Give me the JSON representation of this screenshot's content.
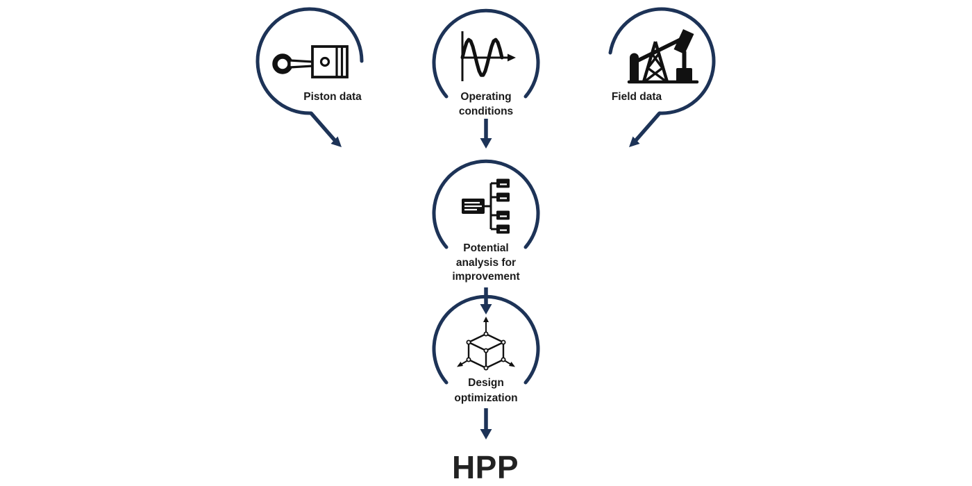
{
  "diagram_type": "process-flow",
  "colors": {
    "accent_navy": "#1d3357",
    "icon_black": "#111111",
    "label_text": "#1a1a1a",
    "output_text": "#222222",
    "background": "#ffffff"
  },
  "nodes": [
    {
      "id": "piston-data",
      "icon": "piston-icon",
      "label_lines": [
        "Piston data"
      ]
    },
    {
      "id": "operating-conditions",
      "icon": "sine-wave-icon",
      "label_lines": [
        "Operating",
        "conditions"
      ]
    },
    {
      "id": "field-data",
      "icon": "oil-pump-jack-icon",
      "label_lines": [
        "Field data"
      ]
    },
    {
      "id": "potential-analysis",
      "icon": "hierarchy-tree-icon",
      "label_lines": [
        "Potential",
        "analysis for",
        "improvement"
      ]
    },
    {
      "id": "design-optimization",
      "icon": "cube-axes-icon",
      "label_lines": [
        "Design",
        "optimization"
      ]
    }
  ],
  "edges": [
    {
      "from": "piston-data",
      "to": "potential-analysis"
    },
    {
      "from": "operating-conditions",
      "to": "potential-analysis"
    },
    {
      "from": "field-data",
      "to": "potential-analysis"
    },
    {
      "from": "potential-analysis",
      "to": "design-optimization"
    },
    {
      "from": "design-optimization",
      "to": "hpp-output"
    }
  ],
  "output": {
    "label": "HPP"
  }
}
